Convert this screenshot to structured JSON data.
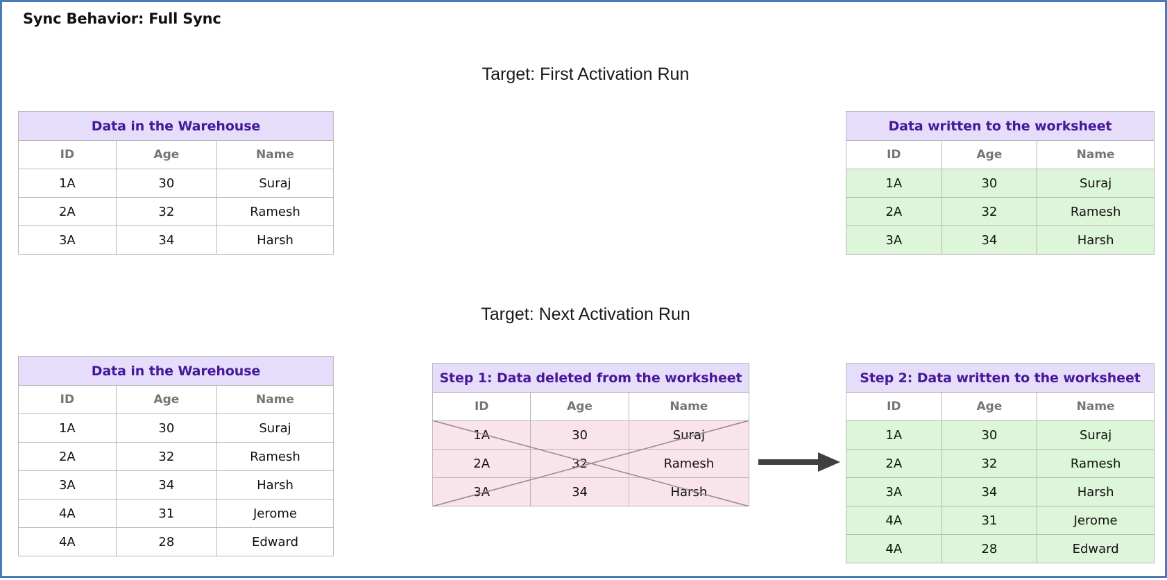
{
  "page": {
    "title": "Sync Behavior: Full Sync",
    "border_color": "#4a79bd",
    "background": "#ffffff"
  },
  "colors": {
    "caption_bg": "#e6ddfa",
    "caption_text": "#46189a",
    "green_row": "#ddf5d8",
    "pink_row": "#fae4ec",
    "grid_line": "#b7b7b7",
    "column_header_text": "#757575",
    "arrow": "#404040",
    "strike_line": "#9a8d93"
  },
  "sections": [
    {
      "id": "first-run",
      "label": "Target: First Activation Run"
    },
    {
      "id": "next-run",
      "label": "Target: Next Activation Run"
    }
  ],
  "columns": [
    "ID",
    "Age",
    "Name"
  ],
  "tables": {
    "warehouse_first": {
      "caption": "Data in the Warehouse",
      "columns": [
        "ID",
        "Age",
        "Name"
      ],
      "row_style": "plain",
      "rows": [
        [
          "1A",
          "30",
          "Suraj"
        ],
        [
          "2A",
          "32",
          "Ramesh"
        ],
        [
          "3A",
          "34",
          "Harsh"
        ]
      ]
    },
    "written_first": {
      "caption": "Data written to the worksheet",
      "columns": [
        "ID",
        "Age",
        "Name"
      ],
      "row_style": "green",
      "rows": [
        [
          "1A",
          "30",
          "Suraj"
        ],
        [
          "2A",
          "32",
          "Ramesh"
        ],
        [
          "3A",
          "34",
          "Harsh"
        ]
      ]
    },
    "warehouse_next": {
      "caption": "Data in the Warehouse",
      "columns": [
        "ID",
        "Age",
        "Name"
      ],
      "row_style": "plain",
      "rows": [
        [
          "1A",
          "30",
          "Suraj"
        ],
        [
          "2A",
          "32",
          "Ramesh"
        ],
        [
          "3A",
          "34",
          "Harsh"
        ],
        [
          "4A",
          "31",
          "Jerome"
        ],
        [
          "4A",
          "28",
          "Edward"
        ]
      ]
    },
    "deleted_next": {
      "caption": "Step 1: Data deleted from the worksheet",
      "columns": [
        "ID",
        "Age",
        "Name"
      ],
      "row_style": "pink",
      "struck_through": true,
      "rows": [
        [
          "1A",
          "30",
          "Suraj"
        ],
        [
          "2A",
          "32",
          "Ramesh"
        ],
        [
          "3A",
          "34",
          "Harsh"
        ]
      ]
    },
    "written_next": {
      "caption": "Step 2: Data written to the worksheet",
      "columns": [
        "ID",
        "Age",
        "Name"
      ],
      "row_style": "green",
      "rows": [
        [
          "1A",
          "30",
          "Suraj"
        ],
        [
          "2A",
          "32",
          "Ramesh"
        ],
        [
          "3A",
          "34",
          "Harsh"
        ],
        [
          "4A",
          "31",
          "Jerome"
        ],
        [
          "4A",
          "28",
          "Edward"
        ]
      ]
    }
  },
  "arrow": {
    "name": "right-arrow-icon",
    "direction": "right",
    "from_table": "deleted_next",
    "to_table": "written_next"
  }
}
